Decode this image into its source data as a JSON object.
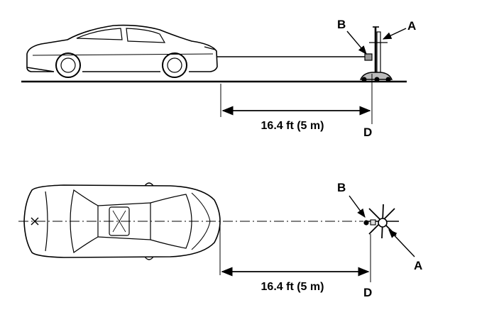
{
  "side_view": {
    "label_a": "A",
    "label_b": "B",
    "label_d": "D",
    "distance_label": "16.4 ft (5 m)"
  },
  "top_view": {
    "label_a": "A",
    "label_b": "B",
    "label_d": "D",
    "distance_label": "16.4 ft (5 m)"
  }
}
